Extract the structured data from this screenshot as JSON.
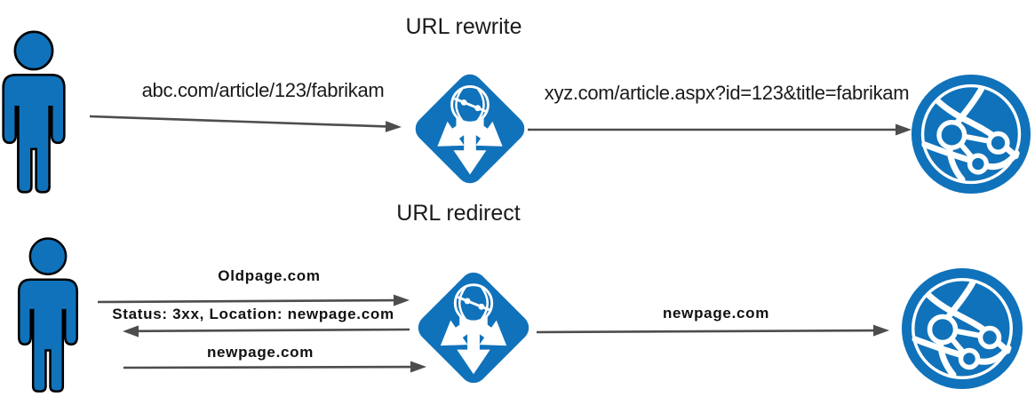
{
  "rewrite": {
    "title": "URL rewrite",
    "request_url": "abc.com/article/123/fabrikam",
    "rewritten_url": "xyz.com/article.aspx?id=123&title=fabrikam"
  },
  "redirect": {
    "title": "URL redirect",
    "request_url": "Oldpage.com",
    "response_status": "Status: 3xx, Location: newpage.com",
    "followup_url": "newpage.com",
    "forwarded_url": "newpage.com"
  },
  "icons": {
    "user": "person-icon",
    "gateway": "application-gateway-icon",
    "server": "web-app-icon"
  },
  "colors": {
    "icon_blue": "#1072BA",
    "icon_outline": "#000000",
    "arrow_gray": "#4D4D4D",
    "text_color": "#1A1A1A"
  }
}
